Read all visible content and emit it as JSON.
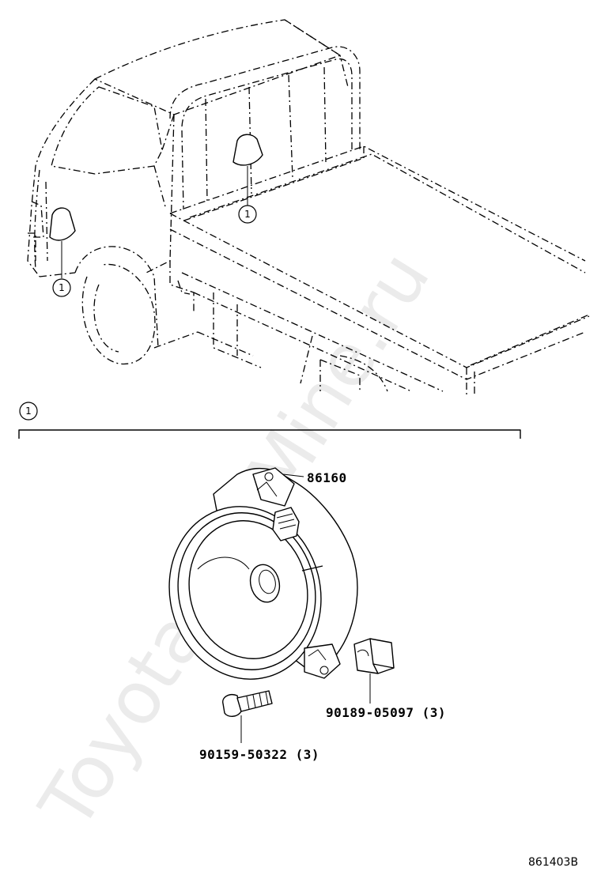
{
  "watermark": "Toyota-CarMine.ru",
  "callouts": {
    "ref_symbol": "1"
  },
  "parts": {
    "speaker": "86160",
    "bracket_nut": "90189-05097 (3)",
    "screw": "90159-50322 (3)"
  },
  "figure_code": "861403B"
}
